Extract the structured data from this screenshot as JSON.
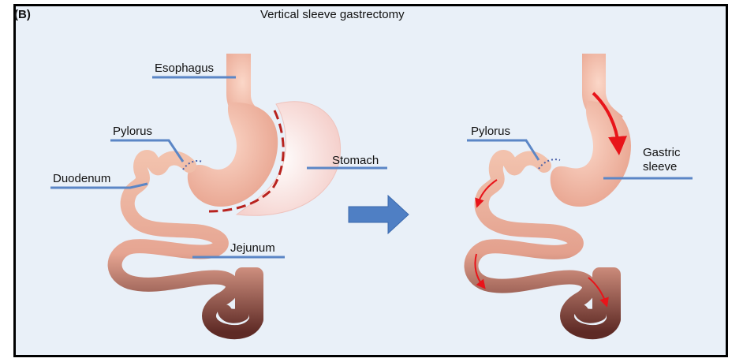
{
  "panel_label": "(B)",
  "title": "Vertical sleeve gastrectomy",
  "before": {
    "labels": {
      "esophagus": "Esophagus",
      "pylorus": "Pylorus",
      "duodenum": "Duodenum",
      "stomach": "Stomach",
      "jejunum": "Jejunum"
    }
  },
  "after": {
    "labels": {
      "pylorus": "Pylorus",
      "gastric_sleeve_line1": "Gastric",
      "gastric_sleeve_line2": "sleeve"
    }
  },
  "colors": {
    "background": "#e9f0f8",
    "label_line": "#5b86c6",
    "arrow": "#4f7fc4",
    "cut_line": "#b8231f",
    "flow_arrow": "#e8141a",
    "pylorus_dots": "#4a5fa8",
    "tissue": "#f0b8a3",
    "removed_stomach": "#f9d9d4",
    "intestine_dark": "#6b3630"
  }
}
